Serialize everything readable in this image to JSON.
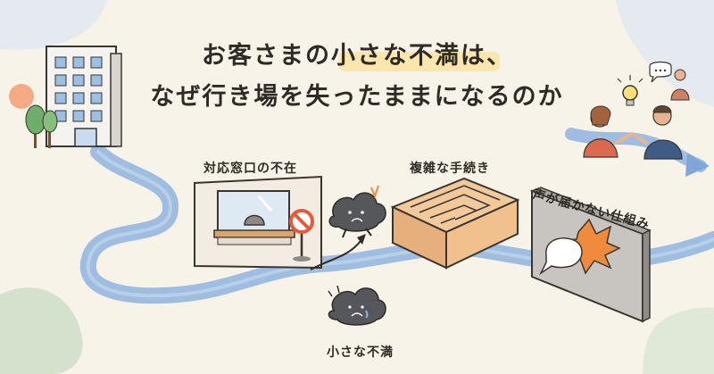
{
  "title": {
    "line1": "お客さまの小さな不満は、",
    "line2": "なぜ行き場を失ったままになるのか"
  },
  "labels": {
    "no_window": "対応窓口の不在",
    "complex_procedure": "複雑な手続き",
    "voice_not_reaching": "声が届かない仕組み",
    "small_complaint": "小さな不満"
  },
  "icons": [
    "building-icon",
    "tree-icon",
    "sun-icon",
    "road-path",
    "counter-window-icon",
    "no-entry-sign-icon",
    "sad-cloud-icon",
    "maze-icon",
    "wall-icon",
    "speech-bubble-icon",
    "lightbulb-icon",
    "people-talking-icon",
    "arrow-icon"
  ],
  "colors": {
    "background": "#f8f3e9",
    "road": "#8fb3de",
    "accent_orange": "#f08a3c",
    "highlight_yellow": "#fbe3a3",
    "text": "#2f2a26"
  }
}
